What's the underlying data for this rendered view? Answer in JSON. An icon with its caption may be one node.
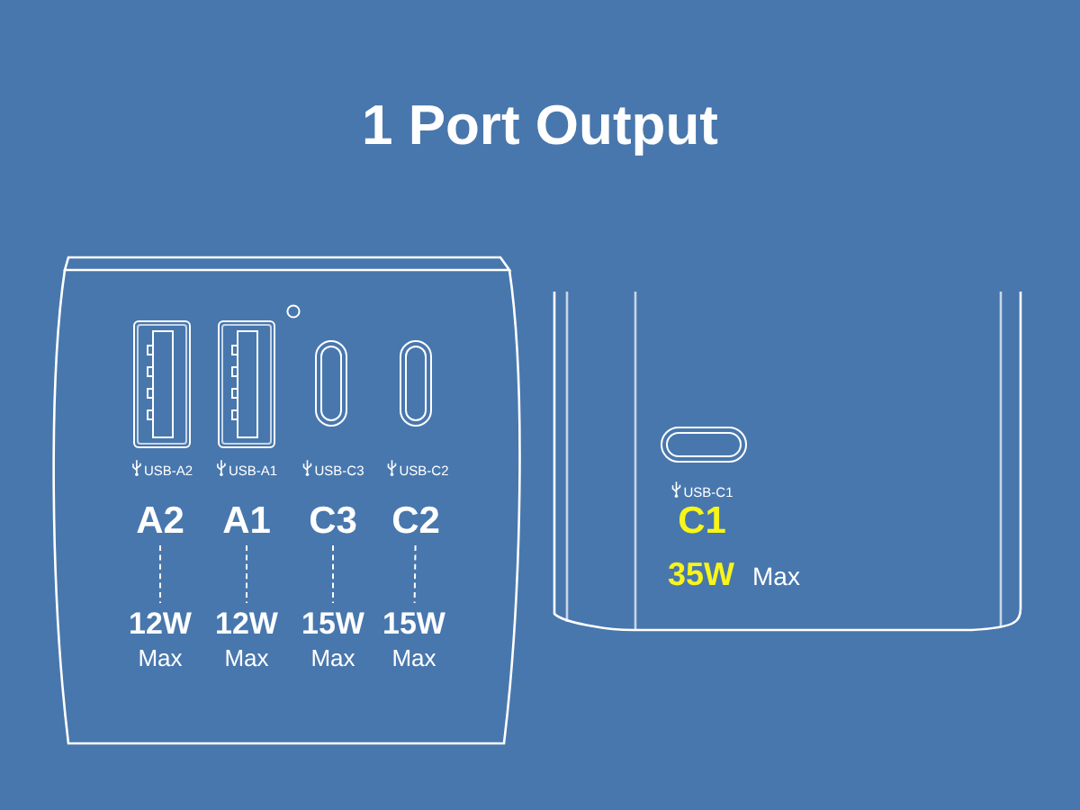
{
  "diagram": {
    "title": "1 Port Output",
    "nodes": [
      {
        "text": [
          "A2"
        ]
      },
      {
        "text": [
          "A1"
        ]
      },
      {
        "text": [
          "C3"
        ]
      },
      {
        "text": [
          "C2"
        ]
      },
      {
        "text": [
          "12W",
          "Max"
        ]
      },
      {
        "text": [
          "12W",
          "Max"
        ]
      },
      {
        "text": [
          "15W",
          "Max"
        ]
      },
      {
        "text": [
          "15W",
          "Max"
        ]
      }
    ],
    "edges": [
      {
        "from": 0,
        "to": 4,
        "arrow": "none",
        "style": "dashed"
      },
      {
        "from": 1,
        "to": 5,
        "arrow": "none",
        "style": "dashed"
      },
      {
        "from": 2,
        "to": 6,
        "arrow": "none",
        "style": "dashed"
      },
      {
        "from": 3,
        "to": 7,
        "arrow": "none",
        "style": "dashed"
      }
    ],
    "labels": [
      "USB-A2",
      "USB-A1",
      "USB-C3",
      "USB-C2",
      "USB-C1",
      "C1",
      "35W",
      "Max"
    ]
  }
}
